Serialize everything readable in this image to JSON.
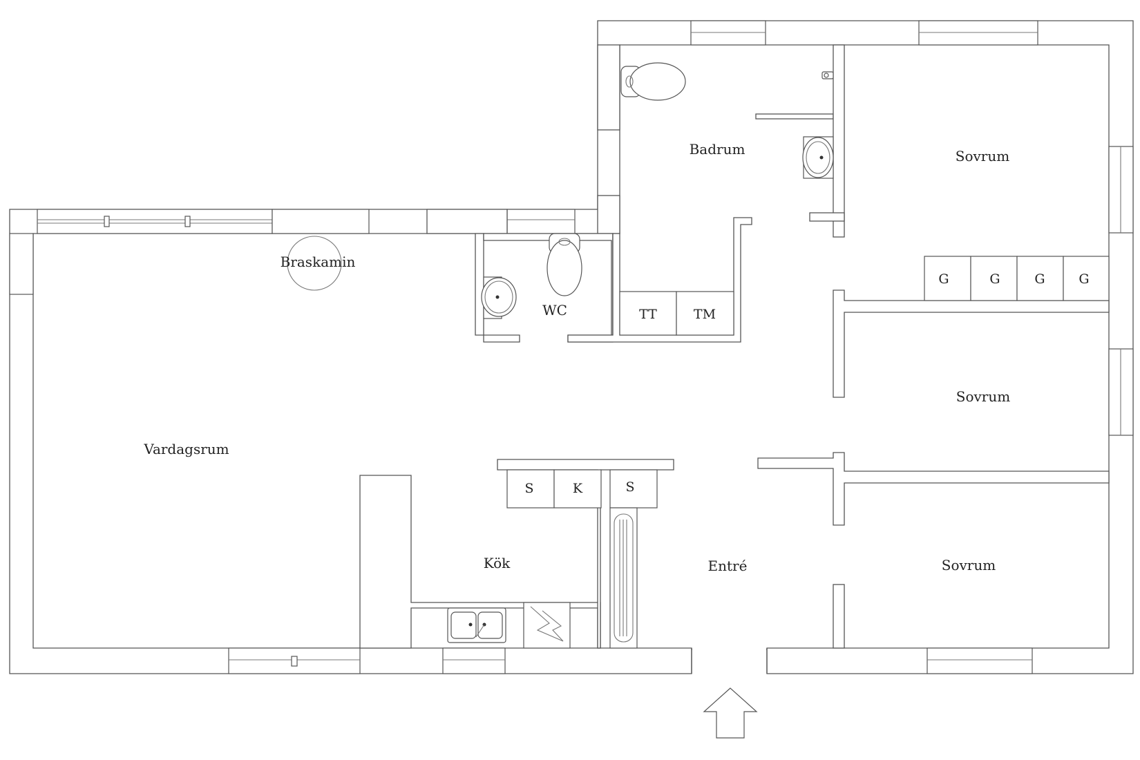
{
  "rooms": {
    "badrum": "Badrum",
    "sovrum_top": "Sovrum",
    "braskamin": "Braskamin",
    "wc": "WC",
    "vardagsrum": "Vardagsrum",
    "sovrum_middle": "Sovrum",
    "kok": "Kök",
    "entre": "Entré",
    "sovrum_bottom": "Sovrum"
  },
  "closets": {
    "tt": "TT",
    "tm": "TM",
    "g1": "G",
    "g2": "G",
    "g3": "G",
    "g4": "G",
    "s1": "S",
    "k": "K",
    "s2": "S"
  },
  "icons": {
    "entrance": "up-arrow-icon",
    "toilet": "toilet-icon",
    "washbasin": "washbasin-icon",
    "sink": "double-sink-icon",
    "stove": "stove-icon",
    "radiator": "radiator-icon",
    "fireplace": "fireplace-icon"
  },
  "colors": {
    "lines": "#555555",
    "background": "#ffffff",
    "text": "#222222"
  }
}
